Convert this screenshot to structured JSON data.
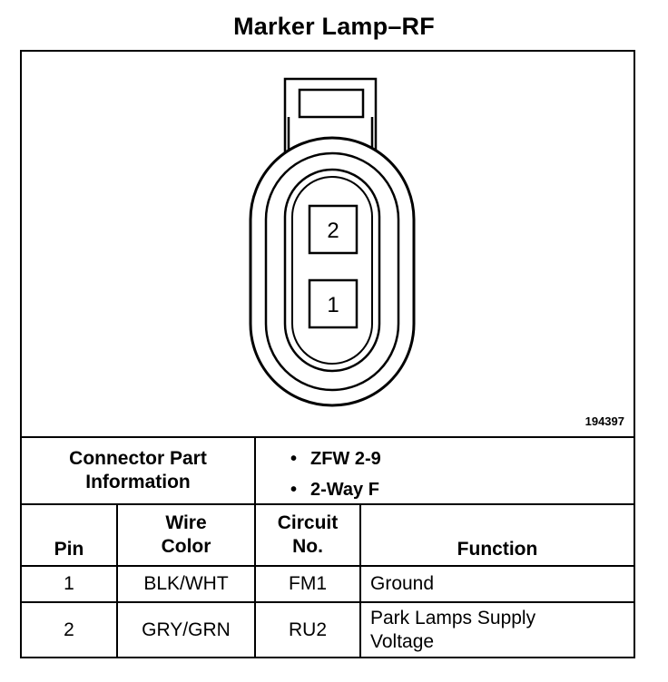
{
  "title": "Marker Lamp–RF",
  "figure_id": "194397",
  "connector": {
    "pin_top": "2",
    "pin_bottom": "1"
  },
  "info": {
    "label": "Connector Part Information",
    "items": [
      "ZFW 2-9",
      "2-Way F"
    ]
  },
  "table": {
    "headers": {
      "pin": "Pin",
      "wire_color": "Wire Color",
      "circuit": "Circuit No.",
      "function": "Function"
    },
    "rows": [
      {
        "pin": "1",
        "wire_color": "BLK/WHT",
        "circuit": "FM1",
        "function": "Ground"
      },
      {
        "pin": "2",
        "wire_color": "GRY/GRN",
        "circuit": "RU2",
        "function": "Park Lamps Supply Voltage"
      }
    ]
  }
}
